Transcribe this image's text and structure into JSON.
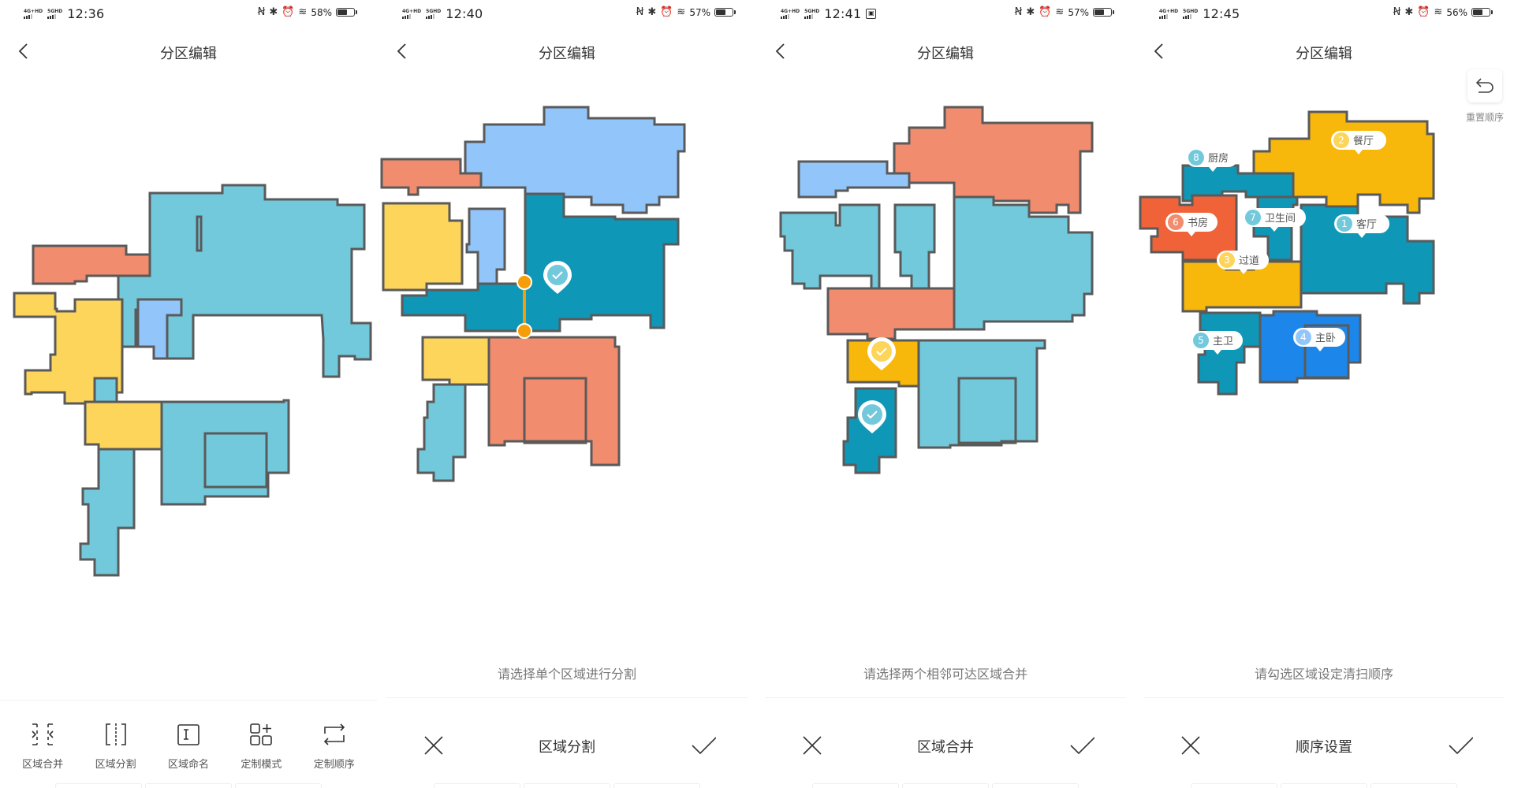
{
  "common": {
    "title": "分区编辑",
    "signal_a": "4G+HD",
    "signal_b": "5GHD",
    "colors": {
      "wall": "#5a5a5a",
      "light_teal": "#72c9dc",
      "dark_teal": "#0f97b7",
      "salmon": "#f28c6e",
      "yellow": "#fdd55a",
      "amber": "#f8b70b",
      "light_blue": "#92c6fb",
      "blue": "#1c86ea",
      "orange_red": "#f06338",
      "split_orange": "#f59e08"
    }
  },
  "panels": [
    {
      "status": {
        "time": "12:36",
        "battery": "58%",
        "battery_level": 58
      },
      "mode": "toolbar",
      "toolbar": [
        {
          "label": "区域合并",
          "icon": "merge-icon"
        },
        {
          "label": "区域分割",
          "icon": "split-icon"
        },
        {
          "label": "区域命名",
          "icon": "rename-icon"
        },
        {
          "label": "定制模式",
          "icon": "custom-mode-icon"
        },
        {
          "label": "定制顺序",
          "icon": "custom-order-icon"
        }
      ]
    },
    {
      "status": {
        "time": "12:40",
        "battery": "57%",
        "battery_level": 57
      },
      "mode": "action",
      "hint": "请选择单个区域进行分割",
      "action": {
        "title": "区域分割",
        "cancel": "cancel-icon",
        "confirm": "check-icon"
      }
    },
    {
      "status": {
        "time": "12:41",
        "battery": "57%",
        "battery_level": 57,
        "extra_icon": "app-notification-icon"
      },
      "mode": "action",
      "hint": "请选择两个相邻可达区域合并",
      "action": {
        "title": "区域合并",
        "cancel": "cancel-icon",
        "confirm": "check-icon"
      }
    },
    {
      "status": {
        "time": "12:45",
        "battery": "56%",
        "battery_level": 56
      },
      "mode": "action",
      "hint": "请勾选区域设定清扫顺序",
      "action": {
        "title": "顺序设置",
        "cancel": "cancel-icon",
        "confirm": "check-icon"
      },
      "reset": {
        "label": "重置顺序",
        "icon": "undo-icon"
      },
      "rooms": [
        {
          "order": "1",
          "name": "客厅",
          "badge_color": "#72c9dc"
        },
        {
          "order": "2",
          "name": "餐厅",
          "badge_color": "#fdd55a"
        },
        {
          "order": "3",
          "name": "过道",
          "badge_color": "#fdd55a"
        },
        {
          "order": "4",
          "name": "主卧",
          "badge_color": "#92c6fb"
        },
        {
          "order": "5",
          "name": "主卫",
          "badge_color": "#72c9dc"
        },
        {
          "order": "6",
          "name": "书房",
          "badge_color": "#f28c6e"
        },
        {
          "order": "7",
          "name": "卫生间",
          "badge_color": "#72c9dc"
        },
        {
          "order": "8",
          "name": "厨房",
          "badge_color": "#72c9dc"
        }
      ]
    }
  ]
}
